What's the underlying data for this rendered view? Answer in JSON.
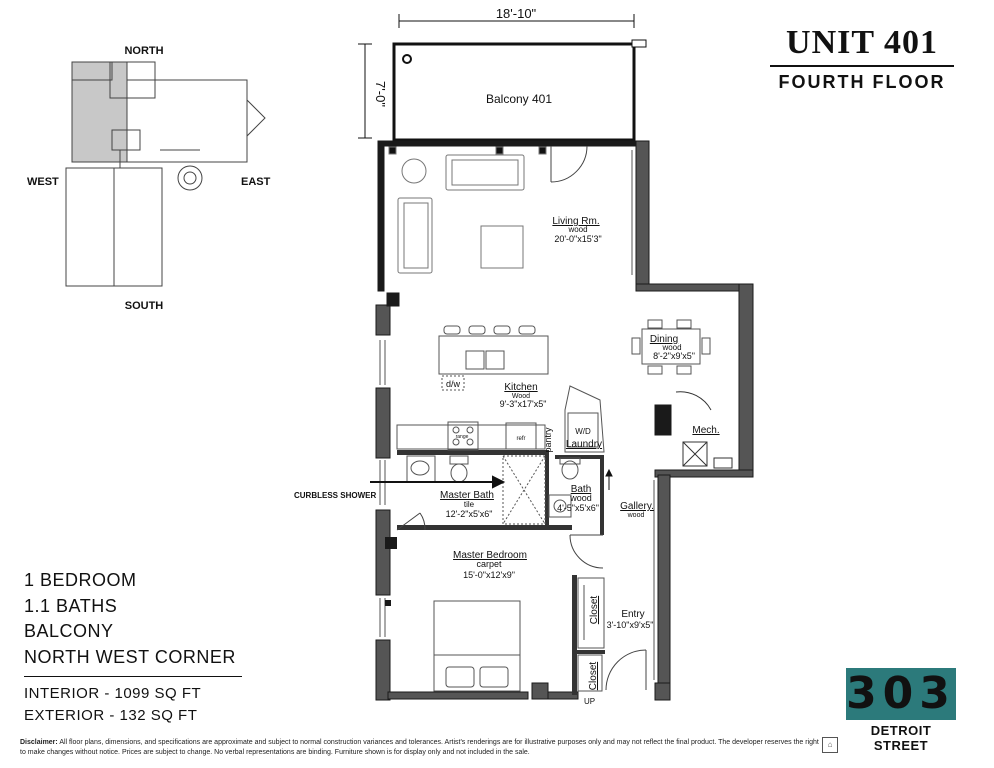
{
  "unit_title": "UNIT 401",
  "floor_title": "FOURTH FLOOR",
  "summary": [
    "1 BEDROOM",
    "1.1 BATHS",
    "BALCONY",
    "NORTH WEST CORNER"
  ],
  "area": {
    "interior": "INTERIOR - 1099 SQ FT",
    "exterior": "EXTERIOR - 132 SQ FT"
  },
  "keyplan": {
    "north": "NORTH",
    "south": "SOUTH",
    "east": "EAST",
    "west": "WEST"
  },
  "dimensions": {
    "width": "18'-10\"",
    "depth": "7'-0\""
  },
  "rooms": {
    "balcony": "Balcony 401",
    "living_name": "Living Rm.",
    "living_floor": "wood",
    "living_size": "20'-0\"x15'3\"",
    "dining_name": "Dining",
    "dining_floor": "wood",
    "dining_size": "8'-2\"x9'x5\"",
    "kitchen_name": "Kitchen",
    "kitchen_floor": "Wood",
    "kitchen_size": "9'-3\"x17'x5\"",
    "dw": "d/w",
    "pantry": "pantry",
    "laundry": "Laundry",
    "wd": "W/D",
    "mech": "Mech.",
    "master_bath_name": "Master Bath",
    "master_bath_floor": "tile",
    "master_bath_size": "12'-2\"x5'x6\"",
    "bath_name": "Bath",
    "bath_floor": "wood",
    "bath_size": "4'-5\"x5'x6\"",
    "gallery_name": "Gallery.",
    "gallery_floor": "wood",
    "master_bed_name": "Master Bedroom",
    "master_bed_floor": "carpet",
    "master_bed_size": "15'-0\"x12'x9\"",
    "closet": "Closet",
    "entry_name": "Entry",
    "entry_size": "3'-10\"x9'x5\"",
    "up": "UP",
    "curbless_shower": "CURBLESS SHOWER",
    "range": "range",
    "refr": "refr"
  },
  "logo": {
    "digits": "303",
    "caption": "DETROIT STREET"
  },
  "disclaimer_label": "Disclaimer:",
  "disclaimer": "All floor plans, dimensions, and specifications are approximate and subject to normal construction variances and tolerances. Artist's renderings are for illustrative purposes only and may not reflect the final product. The developer reserves the right to make changes without notice. Prices are subject to change. No verbal representations are binding. Furniture shown is for display only and not included in the sale.",
  "colors": {
    "wall": "#555555",
    "wall_dark": "#1a1a1a",
    "highlight": "#c8c8c8",
    "logo_teal": "#2c7a7b"
  }
}
